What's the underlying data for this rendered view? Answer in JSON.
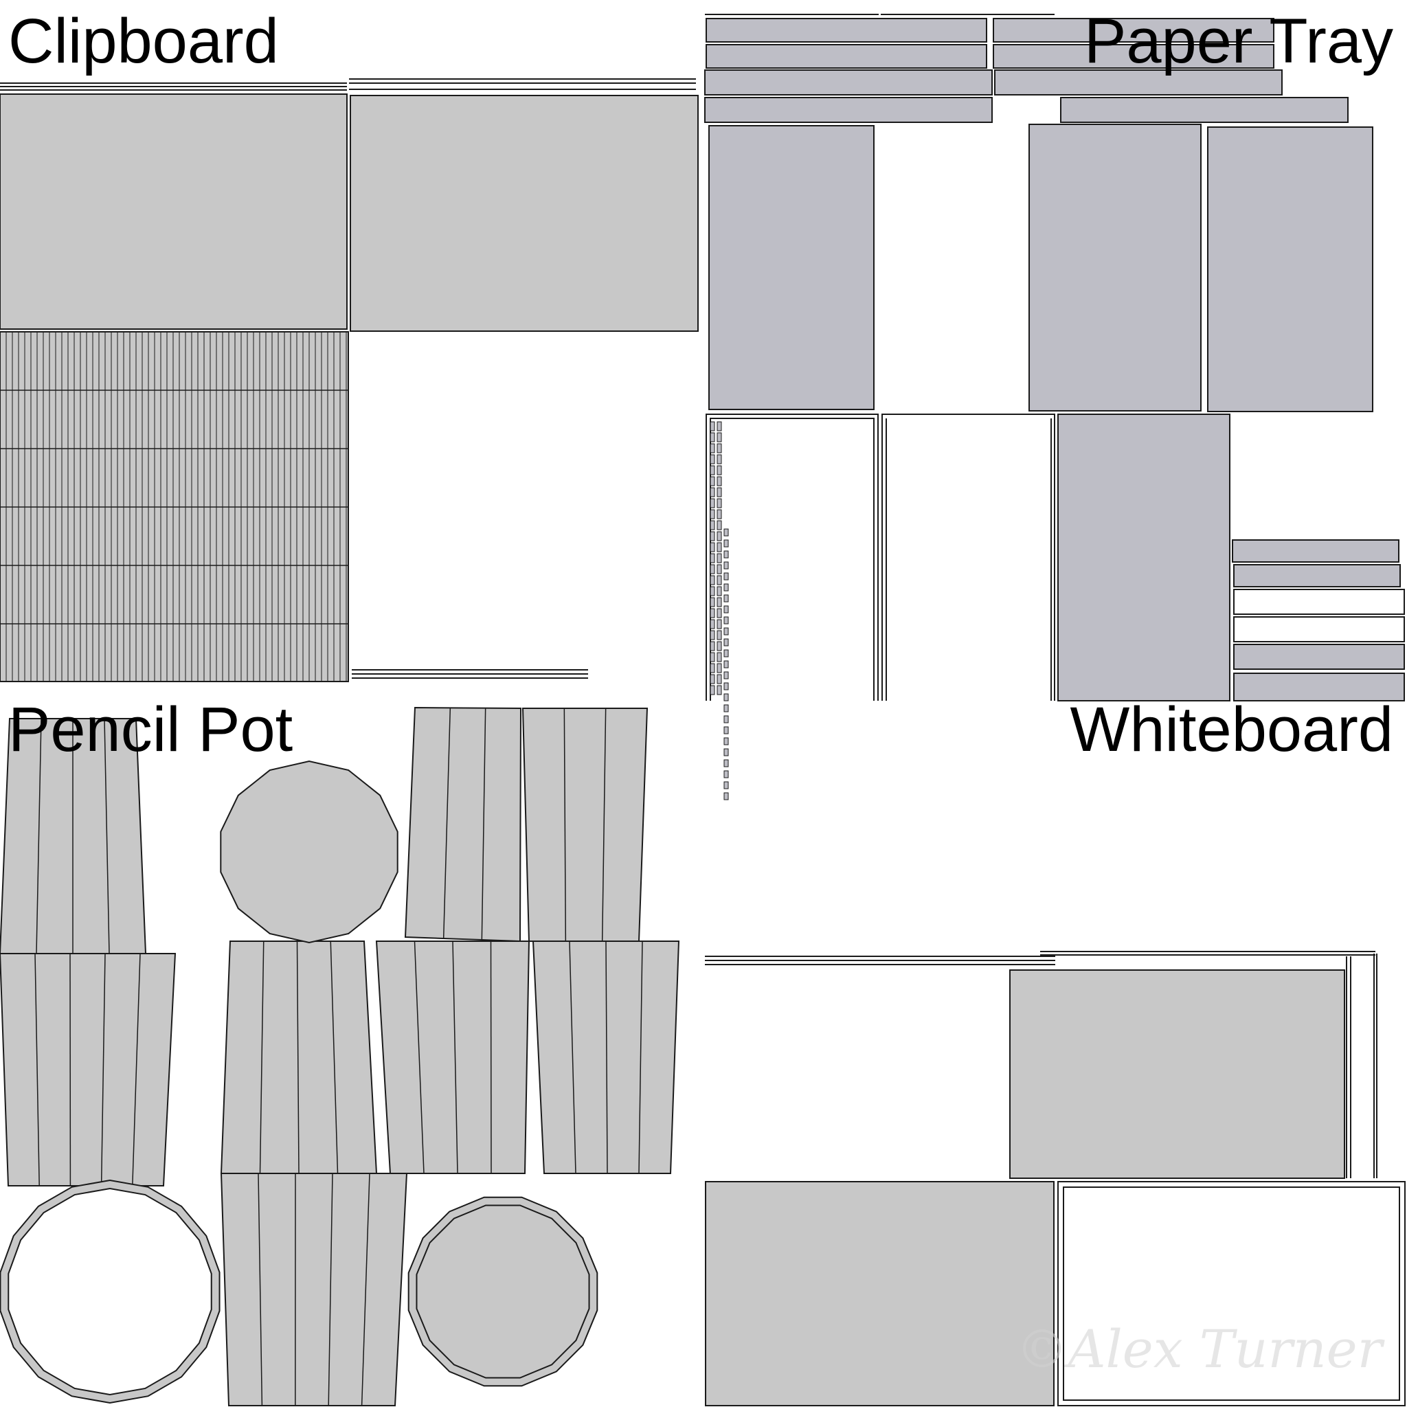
{
  "labels": {
    "clipboard": "Clipboard",
    "paper_tray": "Paper Tray",
    "pencil_pot": "Pencil Pot",
    "whiteboard": "Whiteboard"
  },
  "watermark": "©Alex Turner",
  "colors": {
    "background": "#ffffff",
    "clipboard_fill": "#c8c8c8",
    "tray_fill": "#bebec6",
    "pot_fill": "#c8c8c8",
    "whiteboard_fill": "#c8c8c8",
    "outline": "#1a1a1a"
  }
}
